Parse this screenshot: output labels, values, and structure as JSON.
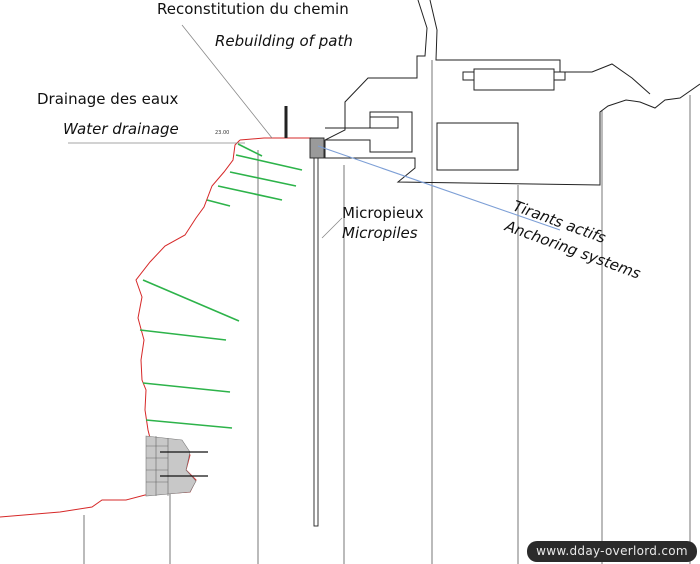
{
  "labels": {
    "path_fr": "Reconstitution du chemin",
    "path_en": "Rebuilding of path",
    "drainage_fr": "Drainage des eaux",
    "drainage_en": "Water drainage",
    "level": "23.00",
    "micro_fr": "Micropieux",
    "micro_en": "Micropiles",
    "anchor_fr": "Tirants actifs",
    "anchor_en": "Anchoring systems"
  },
  "watermark": "www.dday-overlord.com",
  "colors": {
    "cliff_outline": "#d62828",
    "drains": "#2db34a",
    "anchor_line": "#7d9fd6",
    "structure": "#222222",
    "masonry": "#c8c8c8"
  }
}
